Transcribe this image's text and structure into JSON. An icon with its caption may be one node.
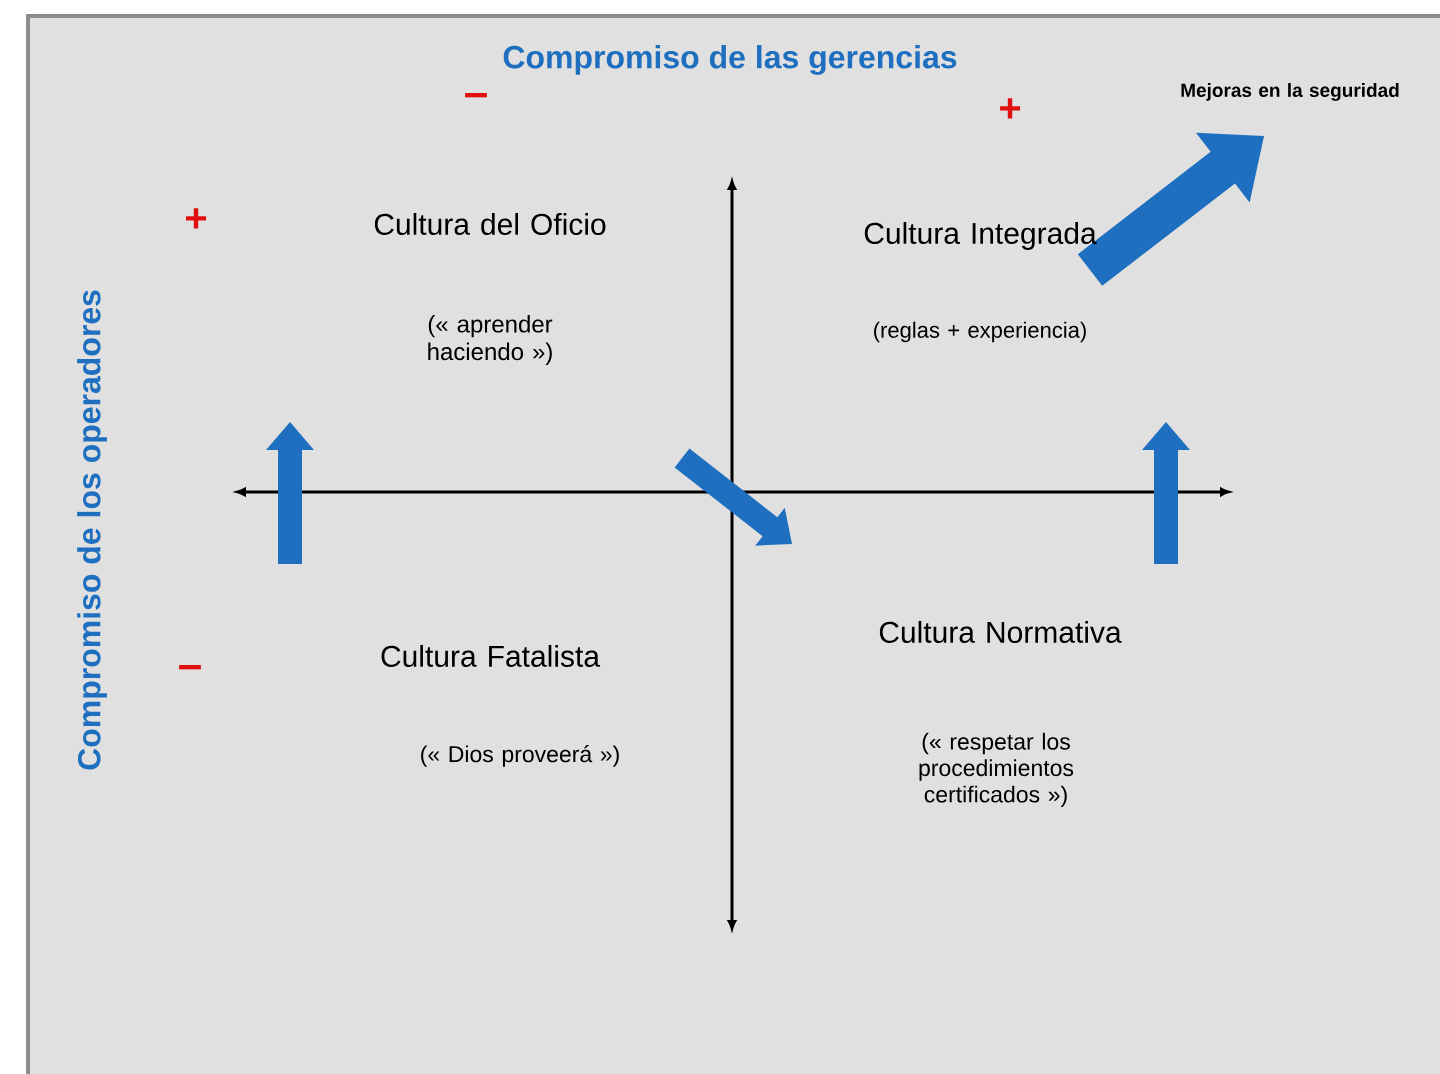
{
  "diagram": {
    "labels": [
      "Compromiso de las gerencias",
      "–",
      "+",
      "Mejoras en la seguridad",
      "+",
      "Cultura del Oficio",
      "Cultura Integrada",
      "(« aprender haciendo »)",
      "(reglas + experiencia)",
      "Compromiso de los operadores",
      "–",
      "Cultura Fatalista",
      "Cultura Normativa",
      "(« Dios proveerá »)",
      "(« respetar los procedimientos certificados »)"
    ]
  }
}
